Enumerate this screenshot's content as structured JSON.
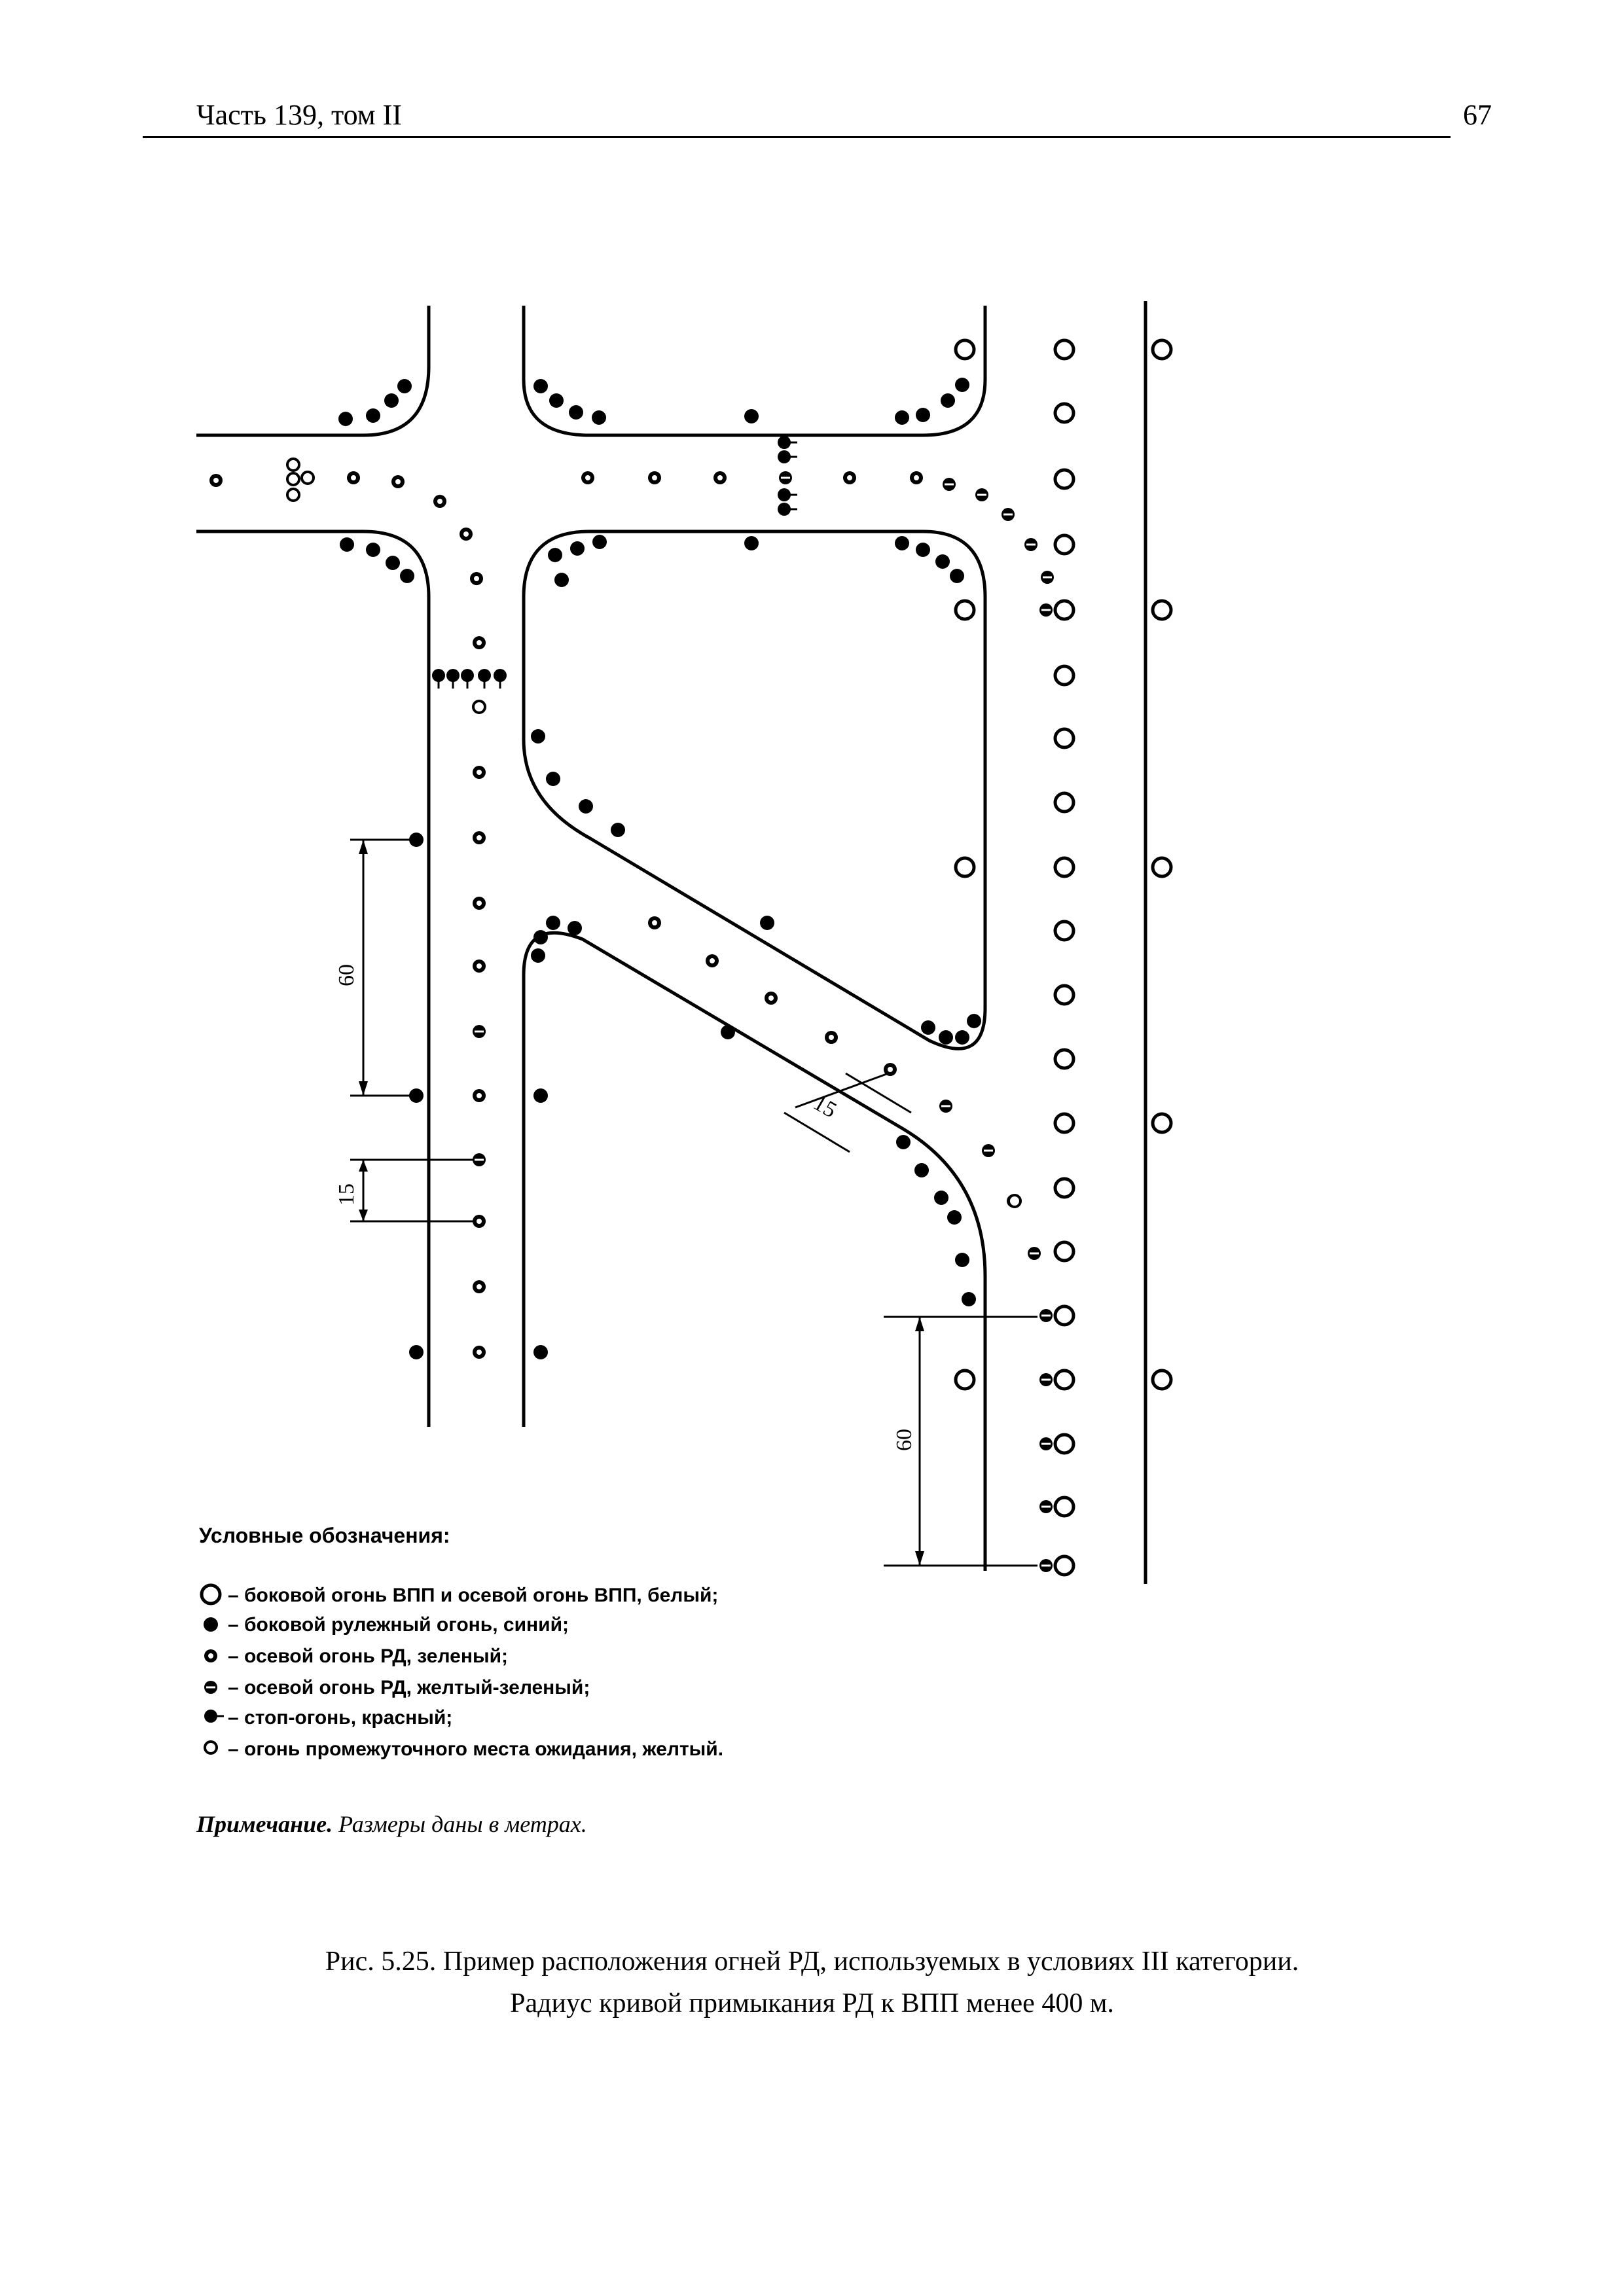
{
  "header": {
    "part": "Часть 139, том II",
    "page_number": "67"
  },
  "dimensions": {
    "d60_left": "60",
    "d15_left": "15",
    "d15_diag": "15",
    "d60_right": "60"
  },
  "legend": {
    "title": "Условные обозначения:",
    "items": [
      {
        "symbol": "runway-light-icon",
        "text": "– боковой огонь ВПП и осевой огонь ВПП, белый;"
      },
      {
        "symbol": "taxiway-edge-light-icon",
        "text": "– боковой рулежный огонь, синий;"
      },
      {
        "symbol": "centerline-green-icon",
        "text": "– осевой огонь РД, зеленый;"
      },
      {
        "symbol": "centerline-yellow-green-icon",
        "text": "– осевой огонь РД, желтый-зеленый;"
      },
      {
        "symbol": "stop-bar-icon",
        "text": "– стоп-огонь, красный;"
      },
      {
        "symbol": "intermediate-holding-icon",
        "text": "– огонь промежуточного места ожидания, желтый."
      }
    ]
  },
  "note": {
    "label": "Примечание.",
    "text": "Размеры даны в метрах."
  },
  "caption": {
    "line1": "Рис. 5.25. Пример расположения огней РД, используемых в условиях III категории.",
    "line2": "Радиус кривой примыкания РД к ВПП менее 400 м."
  }
}
